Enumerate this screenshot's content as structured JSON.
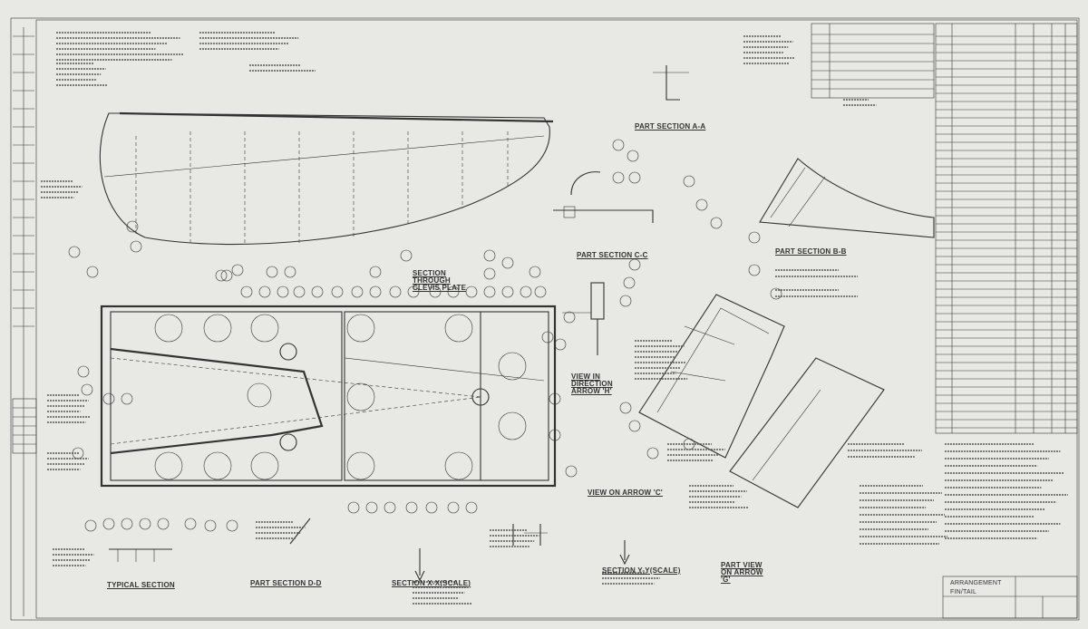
{
  "sheet": {
    "view_labels": {
      "part_section_aa": "PART SECTION A-A",
      "part_section_cc": "PART SECTION C-C",
      "part_section_bb": "PART SECTION B-B",
      "section_through_clevis": "SECTION THROUGH CLEVIS PLATE",
      "view_in_direction": "VIEW IN DIRECTION ARROW 'H'",
      "view_on_arrow": "VIEW ON ARROW 'C'",
      "section_xx": "SECTION X-X(SCALE)",
      "section_yy": "SECTION Y-Y(SCALE)",
      "part_view": "PART VIEW ON ARROW 'G'",
      "part_section_dd": "PART SECTION D-D",
      "typical_section": "TYPICAL SECTION"
    },
    "title_block": {
      "line1": "ARRANGEMENT",
      "line2": "FIN/TAIL"
    }
  }
}
